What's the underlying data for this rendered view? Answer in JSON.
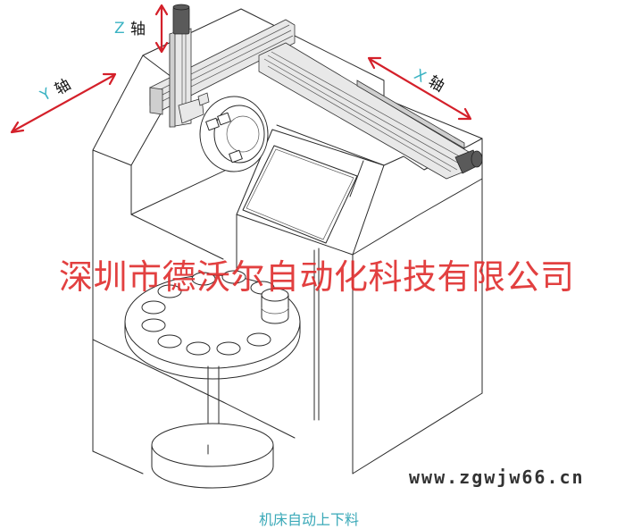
{
  "figure": {
    "subject": "Gantry robot (X/Y/Z axes) mounted over a machine tool with rotary part table",
    "axes": {
      "z": {
        "letter": "Z",
        "char": "轴",
        "arrow_color": "#d4202a",
        "letter_color": "#3bb3c3"
      },
      "y": {
        "letter": "Y",
        "char": "轴",
        "arrow_color": "#d4202a",
        "letter_color": "#3bb3c3"
      },
      "x": {
        "letter": "X",
        "char": "轴",
        "arrow_color": "#d4202a",
        "letter_color": "#3bb3c3"
      }
    },
    "rotary_table": {
      "hole_count": 10,
      "parts_loaded": 1
    }
  },
  "watermark": {
    "company": "深圳市德沃尔自动化科技有限公司",
    "company_color": "#e03030",
    "website": "www.zgwjw66.cn"
  },
  "caption": {
    "text": "机床自动上下料",
    "color": "#3aa9b8"
  }
}
